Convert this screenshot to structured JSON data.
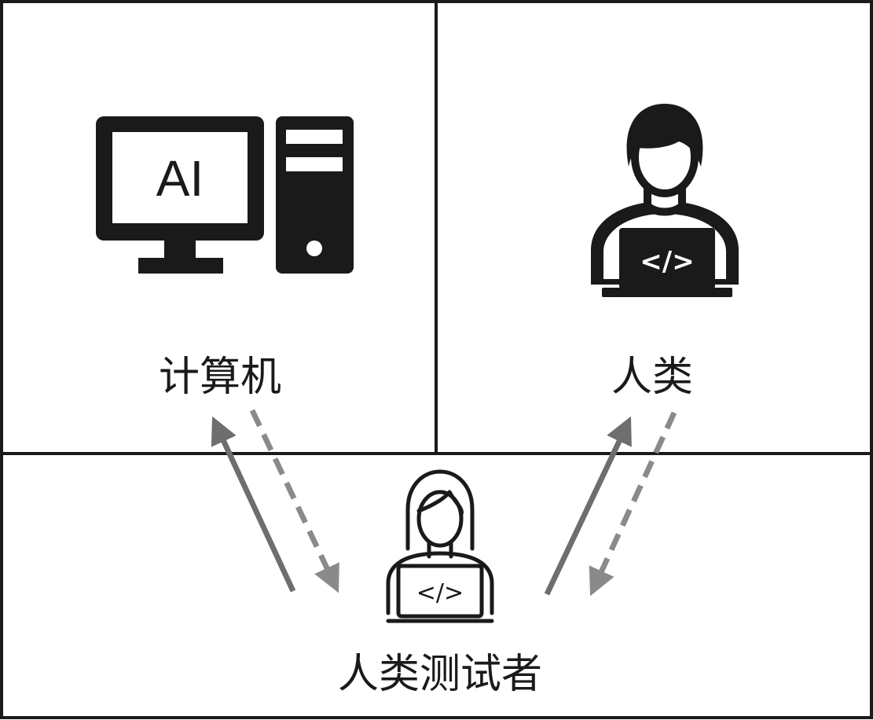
{
  "labels": {
    "computer": "计算机",
    "human": "人类",
    "tester": "人类测试者"
  },
  "screen_text": "AI",
  "code_symbol": "</>",
  "icons": {
    "computer": "desktop-computer-icon",
    "human": "person-with-laptop-icon",
    "tester": "person-with-laptop-outline-icon"
  },
  "colors": {
    "border": "#1a1a1a",
    "icon": "#1a1a1a",
    "solid_arrow": "#6e6e6e",
    "dashed_arrow": "#8a8a8a"
  }
}
